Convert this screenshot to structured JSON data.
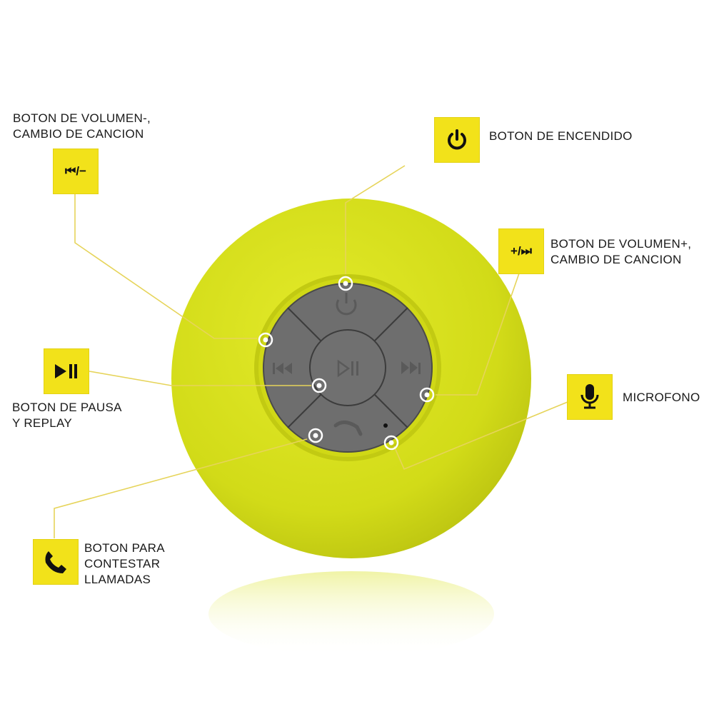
{
  "title": "Speaker button guide",
  "colors": {
    "accent_yellow": "#f2e21a",
    "speaker_body": "#d4dc1e",
    "button_gray": "#6e6e6e",
    "leader_line": "#e8d84a",
    "text": "#1a1a1a"
  },
  "callouts": [
    {
      "id": "volume_down",
      "icon": "rewind-minus-icon",
      "icon_text": "⏮/−",
      "label": "BOTON DE VOLUMEN-,\nCAMBIO DE CANCION"
    },
    {
      "id": "power",
      "icon": "power-icon",
      "icon_text": "⏻",
      "label": "BOTON DE ENCENDIDO"
    },
    {
      "id": "volume_up",
      "icon": "plus-forward-icon",
      "icon_text": "+/⏭",
      "label": "BOTON DE VOLUMEN+,\nCAMBIO DE CANCION"
    },
    {
      "id": "play_pause",
      "icon": "play-pause-icon",
      "icon_text": "▶II",
      "label": "BOTON DE PAUSA\nY REPLAY"
    },
    {
      "id": "microphone",
      "icon": "microphone-icon",
      "icon_text": "🎤",
      "label": "MICROFONO"
    },
    {
      "id": "answer_call",
      "icon": "phone-icon",
      "icon_text": "✆",
      "label": "BOTON PARA\nCONTESTAR\nLLAMADAS"
    }
  ],
  "speaker_buttons": {
    "power": "⏻",
    "prev": "⏮",
    "next": "⏭",
    "play_pause": "⏯",
    "call": "✆"
  }
}
